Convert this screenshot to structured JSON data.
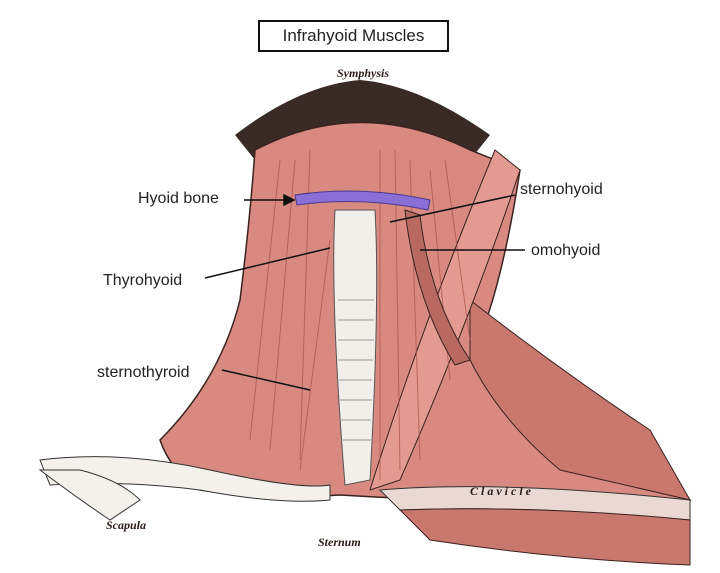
{
  "title": "Infrahyoid Muscles",
  "labels": {
    "hyoid_bone": "Hyoid bone",
    "sternohyoid": "sternohyoid",
    "omohyoid": "omohyoid",
    "thyrohyoid": "Thyrohyoid",
    "sternothyroid": "sternothyroid"
  },
  "engraved_labels": {
    "symphysis": "Symphysis",
    "scapula": "Scapula",
    "sternum": "Sternum",
    "clavicle": "Clavicle"
  },
  "colors": {
    "muscle": "#d88a80",
    "muscle_dark": "#a8514a",
    "hyoid": "#8a6fd6",
    "cartilage": "#f2eeea",
    "outline": "#3a2220"
  }
}
